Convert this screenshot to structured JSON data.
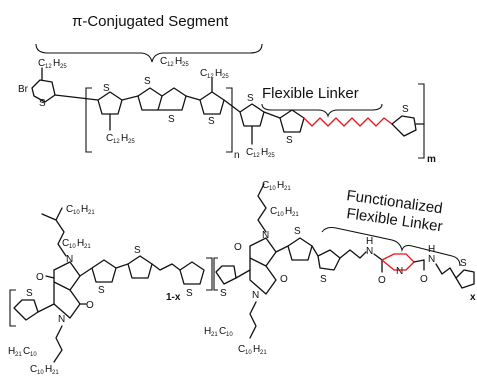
{
  "labels": {
    "pi_segment": "π-Conjugated Segment",
    "flexible_linker": "Flexible Linker",
    "functionalized_line1": "Functionalized",
    "functionalized_line2": "Flexible Linker"
  },
  "atoms": {
    "s": "S",
    "br": "Br",
    "n": "N",
    "o": "O",
    "h": "H",
    "c": "C"
  },
  "subscripts": {
    "n": "n",
    "m": "m",
    "one_minus_x": "1-x",
    "x": "x",
    "c12": "12",
    "h25": "25",
    "c10": "10",
    "h21": "21"
  },
  "colors": {
    "bond": "#111111",
    "linker_highlight": "#e8151b",
    "background": "#ffffff"
  }
}
